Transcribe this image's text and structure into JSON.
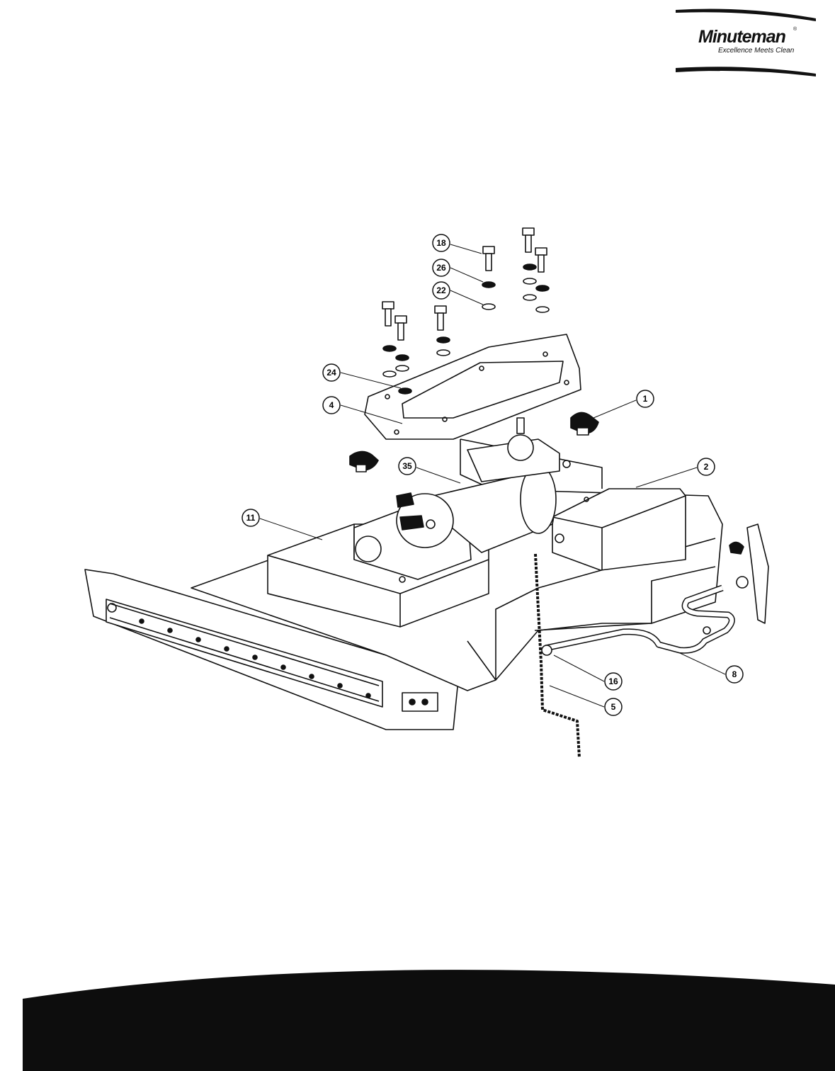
{
  "logo": {
    "brand": "Minuteman",
    "registered_mark": "®",
    "tagline": "Excellence Meets Clean"
  },
  "callouts": [
    {
      "id": "c18",
      "label": "18"
    },
    {
      "id": "c26",
      "label": "26"
    },
    {
      "id": "c22",
      "label": "22"
    },
    {
      "id": "c24",
      "label": "24"
    },
    {
      "id": "c4",
      "label": "4"
    },
    {
      "id": "c1",
      "label": "1"
    },
    {
      "id": "c35",
      "label": "35"
    },
    {
      "id": "c2",
      "label": "2"
    },
    {
      "id": "c11",
      "label": "11"
    },
    {
      "id": "c16",
      "label": "16"
    },
    {
      "id": "c8",
      "label": "8"
    },
    {
      "id": "c5",
      "label": "5"
    }
  ],
  "colors": {
    "ink": "#111111",
    "paper": "#ffffff",
    "band": "#0d0d0d"
  }
}
